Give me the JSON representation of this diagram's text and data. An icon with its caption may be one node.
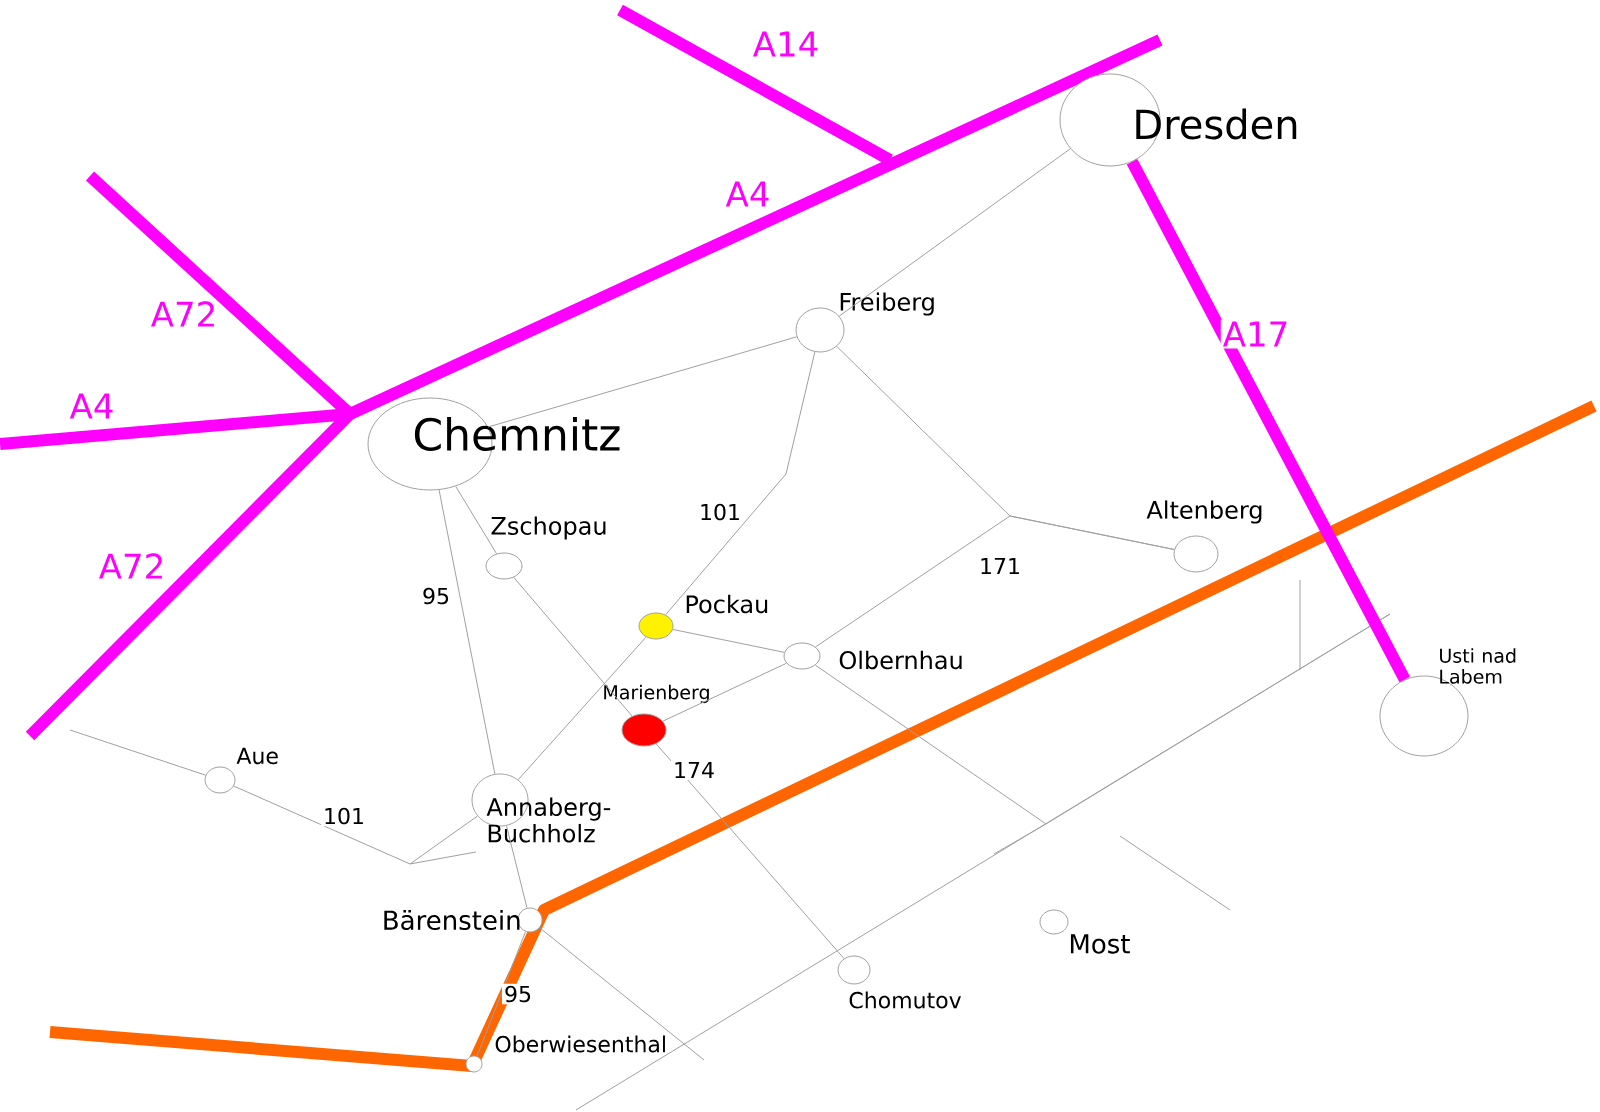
{
  "diagram": {
    "nodes": [
      {
        "text": [
          "Dresden"
        ]
      },
      {
        "text": [
          "Freiberg"
        ]
      },
      {
        "text": [
          "Chemnitz"
        ]
      },
      {
        "text": [
          "Zschopau"
        ]
      },
      {
        "text": [
          "Altenberg"
        ]
      },
      {
        "text": [
          "Pockau"
        ]
      },
      {
        "text": [
          "Olbernhau"
        ]
      },
      {
        "text": [
          "Usti nad Labem"
        ]
      },
      {
        "text": [
          "Marienberg"
        ]
      },
      {
        "text": [
          "Aue"
        ]
      },
      {
        "text": [
          "Annaberg-Buchholz"
        ]
      },
      {
        "text": [
          "Bärenstein"
        ]
      },
      {
        "text": [
          "Most"
        ]
      },
      {
        "text": [
          "Chomutov"
        ]
      },
      {
        "text": [
          "Oberwiesenthal"
        ]
      }
    ],
    "edges": [
      {
        "from": 2,
        "to": 1,
        "arrow": "none"
      },
      {
        "from": 1,
        "to": 0,
        "arrow": "none"
      },
      {
        "from": 1,
        "to": 5,
        "arrow": "none"
      },
      {
        "from": 5,
        "to": 10,
        "arrow": "none"
      },
      {
        "from": 1,
        "to": 4,
        "arrow": "none"
      },
      {
        "from": 5,
        "to": 6,
        "arrow": "none"
      },
      {
        "from": 8,
        "to": 6,
        "arrow": "none"
      },
      {
        "from": 2,
        "to": 3,
        "arrow": "none"
      },
      {
        "from": 3,
        "to": 8,
        "arrow": "none"
      },
      {
        "from": 8,
        "to": 13,
        "arrow": "none"
      },
      {
        "from": 2,
        "to": 10,
        "arrow": "none"
      },
      {
        "from": 10,
        "to": 11,
        "arrow": "none"
      },
      {
        "from": 11,
        "to": 14,
        "arrow": "none"
      },
      {
        "from": 9,
        "to": 10,
        "arrow": "none"
      },
      {
        "from": 0,
        "to": 7,
        "arrow": "none",
        "label": "A17",
        "style": "thick",
        "color": "#ff00ff"
      },
      {
        "from": 6,
        "to": 4,
        "arrow": "none"
      },
      {
        "from": 6,
        "to": null,
        "arrow": "none"
      },
      {
        "from": 11,
        "to": null,
        "arrow": "none"
      },
      {
        "from": null,
        "to": 9,
        "arrow": "none"
      }
    ],
    "labels": [
      "A14",
      "A4",
      "A72",
      "A4",
      "A72",
      "101",
      "171",
      "95",
      "174",
      "101",
      "95"
    ]
  }
}
